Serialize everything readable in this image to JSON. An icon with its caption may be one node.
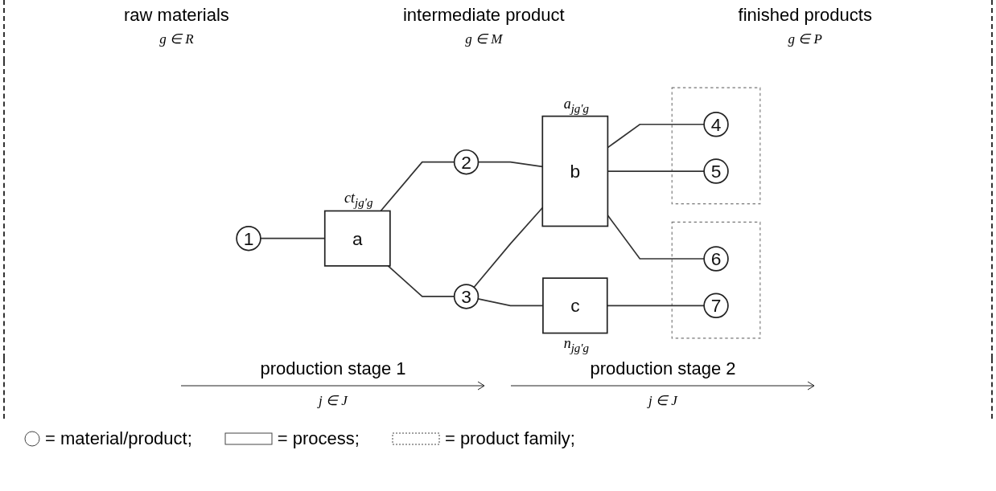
{
  "diagram": {
    "nodes": [
      {
        "text": [
          "1"
        ]
      },
      {
        "text": [
          "a"
        ],
        "beside": [
          "ct$_{jg′g}$"
        ]
      },
      {
        "text": [
          "2"
        ]
      },
      {
        "text": [
          "3"
        ]
      },
      {
        "text": [
          "b"
        ],
        "beside": [
          "a$_{jg′g}$"
        ]
      },
      {
        "text": [
          "c"
        ],
        "beside": [
          "n$_{jg′g}$"
        ]
      },
      {
        "text": [],
        "shape": "box"
      },
      {
        "text": [
          "4"
        ],
        "in": 6
      },
      {
        "text": [
          "5"
        ],
        "in": 6
      },
      {
        "text": [],
        "shape": "box"
      },
      {
        "text": [
          "6"
        ],
        "in": 9
      },
      {
        "text": [
          "7"
        ],
        "in": 9
      }
    ],
    "edges": [
      {
        "from": 0,
        "to": 1,
        "arrow": "none"
      },
      {
        "from": 1,
        "to": 2,
        "arrow": "none"
      },
      {
        "from": 1,
        "to": 3,
        "arrow": "none"
      },
      {
        "from": 2,
        "to": 4,
        "arrow": "none"
      },
      {
        "from": 4,
        "to": 7,
        "arrow": "none"
      },
      {
        "from": 4,
        "to": 8,
        "arrow": "none"
      },
      {
        "from": 3,
        "to": 4,
        "arrow": "none"
      },
      {
        "from": 4,
        "to": 10,
        "arrow": "none"
      },
      {
        "from": 3,
        "to": 5,
        "arrow": "none"
      },
      {
        "from": 5,
        "to": 11,
        "arrow": "none"
      }
    ],
    "labels": [
      "raw materials",
      "g ∈ R",
      "intermediate product",
      "g ∈ M",
      "finished products",
      "g ∈ P",
      "production stage 1",
      "j ∈ J",
      "production stage 2",
      "j ∈ J"
    ],
    "legend": [
      {
        "text": "= material/product;"
      },
      {
        "text": "= process;"
      },
      {
        "text": "= product family;"
      }
    ]
  }
}
